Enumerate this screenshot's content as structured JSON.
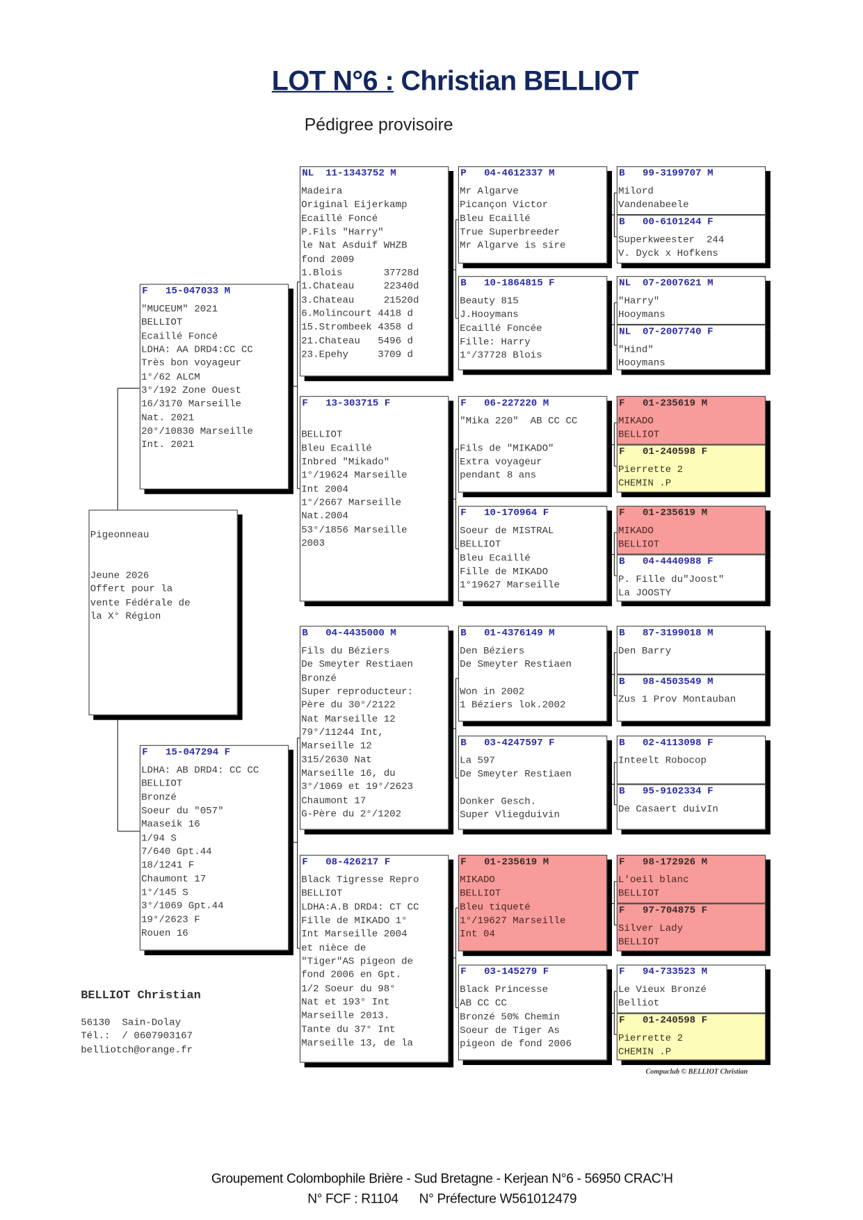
{
  "title": {
    "lot": "LOT N°6 :",
    "name": "Christian BELLIOT"
  },
  "subtitle": "Pédigree provisoire",
  "pedigree": {
    "subject": {
      "header": "",
      "color": "white",
      "lines": [
        "Pigeonneau",
        "",
        "",
        "Jeune 2026",
        "Offert pour la",
        "vente Fédérale de",
        "la X° Région"
      ]
    },
    "gen1": [
      {
        "header": "F   15-047033 M",
        "color": "white",
        "lines": [
          "\"MUCEUM\" 2021",
          "BELLIOT",
          "Ecaillé Foncé",
          "LDHA: AA DRD4:CC CC",
          "Très bon voyageur",
          "1°/62 ALCM",
          "3°/192 Zone Ouest",
          "16/3170 Marseille",
          "Nat. 2021",
          "20°/10830 Marseille",
          "Int. 2021"
        ]
      },
      {
        "header": "F   15-047294 F",
        "color": "white",
        "lines": [
          "LDHA: AB DRD4: CC CC",
          "BELLIOT",
          "Bronzé",
          "Soeur du \"057\"",
          "Maaseik 16",
          "1/94 S",
          "7/640 Gpt.44",
          "18/1241 F",
          "Chaumont 17",
          "1°/145 S",
          "3°/1069 Gpt.44",
          "19°/2623 F",
          "Rouen 16"
        ]
      }
    ],
    "gen2": [
      {
        "header": "NL  11-1343752 M",
        "color": "white",
        "lines": [
          "Madeira",
          "Original Eijerkamp",
          "Ecaillé Foncé",
          "P.Fils \"Harry\"",
          "le Nat Asduif WHZB",
          "fond 2009",
          "1.Blois       37728d",
          "1.Chateau     22340d",
          "3.Chateau     21520d",
          "6.Molincourt 4418 d",
          "15.Strombeek 4358 d",
          "21.Chateau   5496 d",
          "23.Epehy     3709 d"
        ]
      },
      {
        "header": "F   13-303715 F",
        "color": "white",
        "lines": [
          "",
          "BELLIOT",
          "Bleu Ecaillé",
          "Inbred \"Mikado\"",
          "1°/19624 Marseille",
          "Int 2004",
          "1°/2667 Marseille",
          "Nat.2004",
          "53°/1856 Marseille",
          "2003"
        ]
      },
      {
        "header": "B   04-4435000 M",
        "color": "white",
        "lines": [
          "Fils du Béziers",
          "De Smeyter Restiaen",
          "Bronzé",
          "Super reproducteur:",
          "Père du 30°/2122",
          "Nat Marseille 12",
          "79°/11244 Int,",
          "Marseille 12",
          "315/2630 Nat",
          "Marseille 16, du",
          "3°/1069 et 19°/2623",
          "Chaumont 17",
          "G-Père du 2°/1202"
        ]
      },
      {
        "header": "F   08-426217 F",
        "color": "white",
        "lines": [
          "Black Tigresse Repro",
          "BELLIOT",
          "LDHA:A.B DRD4: CT CC",
          "Fille de MIKADO 1°",
          "Int Marseille 2004",
          "et nièce de",
          "\"Tiger\"AS pigeon de",
          "fond 2006 en Gpt.",
          "1/2 Soeur du 98°",
          "Nat et 193° Int",
          "Marseille 2013.",
          "Tante du 37° Int",
          "Marseille 13, de la"
        ]
      }
    ],
    "gen3": [
      {
        "header": "P   04-4612337 M",
        "color": "white",
        "lines": [
          "Mr Algarve",
          "Picançon Victor",
          "Bleu Ecaillé",
          "True Superbreeder",
          "Mr Algarve is sire"
        ]
      },
      {
        "header": "B   10-1864815 F",
        "color": "white",
        "lines": [
          "Beauty 815",
          "J.Hooymans",
          "Ecaillé Foncée",
          "Fille: Harry",
          "1°/37728 Blois"
        ]
      },
      {
        "header": "F   06-227220 M",
        "color": "white",
        "lines": [
          "\"Mika 220\"  AB CC CC",
          "",
          "Fils de \"MIKADO\"",
          "Extra voyageur",
          "pendant 8 ans"
        ]
      },
      {
        "header": "F   10-170964 F",
        "color": "white",
        "lines": [
          "Soeur de MISTRAL",
          "BELLIOT",
          "Bleu Ecaillé",
          "Fille de MIKADO",
          "1°19627 Marseille"
        ]
      },
      {
        "header": "B   01-4376149 M",
        "color": "white",
        "lines": [
          "Den Béziers",
          "De Smeyter Restiaen",
          "",
          "Won in 2002",
          "1 Béziers lok.2002"
        ]
      },
      {
        "header": "B   03-4247597 F",
        "color": "white",
        "lines": [
          "La 597",
          "De Smeyter Restiaen",
          "",
          "Donker Gesch.",
          "Super Vliegduivin"
        ]
      },
      {
        "header": "F   01-235619 M",
        "color": "pink",
        "lines": [
          "MIKADO",
          "BELLIOT",
          "Bleu tiqueté",
          "1°/19627 Marseille",
          "Int 04"
        ]
      },
      {
        "header": "F   03-145279 F",
        "color": "white",
        "lines": [
          "Black Princesse",
          "AB CC CC",
          "Bronzé 50% Chemin",
          "Soeur de Tiger As",
          "pigeon de fond 2006"
        ]
      }
    ],
    "gen4": [
      {
        "header": "B   99-3199707 M",
        "color": "white",
        "lines": [
          "Milord",
          "Vandenabeele"
        ]
      },
      {
        "header": "B   00-6101244 F",
        "color": "white",
        "lines": [
          "Superkweester  244",
          "V. Dyck x Hofkens"
        ]
      },
      {
        "header": "NL  07-2007621 M",
        "color": "white",
        "lines": [
          "\"Harry\"",
          "Hooymans"
        ]
      },
      {
        "header": "NL  07-2007740 F",
        "color": "white",
        "lines": [
          "\"Hind\"",
          "Hooymans"
        ]
      },
      {
        "header": "F   01-235619 M",
        "color": "pink",
        "lines": [
          "MIKADO",
          "BELLIOT"
        ]
      },
      {
        "header": "F   01-240598 F",
        "color": "yellow",
        "lines": [
          "Pierrette 2",
          "CHEMIN .P"
        ]
      },
      {
        "header": "F   01-235619 M",
        "color": "pink",
        "lines": [
          "MIKADO",
          "BELLIOT"
        ]
      },
      {
        "header": "B   04-4440988 F",
        "color": "white",
        "lines": [
          "P. Fille du\"Joost\"",
          "La JOOSTY"
        ]
      },
      {
        "header": "B   87-3199018 M",
        "color": "white",
        "lines": [
          "Den Barry"
        ]
      },
      {
        "header": "B   98-4503549 M",
        "color": "white",
        "lines": [
          "Zus 1 Prov Montauban"
        ]
      },
      {
        "header": "B   02-4113098 F",
        "color": "white",
        "lines": [
          "Inteelt Robocop"
        ]
      },
      {
        "header": "B   95-9102334 F",
        "color": "white",
        "lines": [
          "De Casaert duivIn"
        ]
      },
      {
        "header": "F   98-172926 M",
        "color": "pink",
        "lines": [
          "L'oeil blanc",
          "BELLIOT"
        ]
      },
      {
        "header": "F   97-704875 F",
        "color": "pink",
        "lines": [
          "Silver Lady",
          "BELLIOT"
        ]
      },
      {
        "header": "F   94-733523 M",
        "color": "white",
        "lines": [
          "Le Vieux Bronzé",
          "Belliot"
        ]
      },
      {
        "header": "F   01-240598 F",
        "color": "yellow",
        "lines": [
          "Pierrette 2",
          "CHEMIN .P"
        ]
      }
    ]
  },
  "breeder": {
    "name": "BELLIOT Christian",
    "address": "56130  Sain-Dolay",
    "phone": "Tél.:  / 0607903167",
    "email": "belliotch@orange.fr"
  },
  "credit": "Compuclub © BELLIOT Christian",
  "footer": {
    "line1": "Groupement Colombophile Brière - Sud Bretagne - Kerjean N°6 - 56950 CRAC’H",
    "line2": "N° FCF : R1104      N° Préfecture W561012479"
  },
  "colors": {
    "title": "#14275e",
    "header_blue": "#2a2aa6",
    "pink": "#f79c9a",
    "yellow": "#fdfcb8"
  }
}
